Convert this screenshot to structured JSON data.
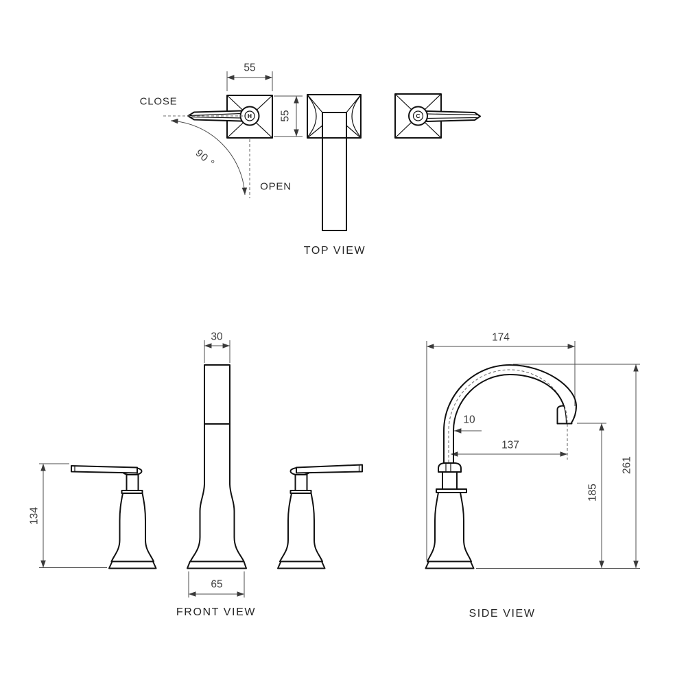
{
  "drawing": {
    "views": {
      "top": {
        "label": "TOP VIEW",
        "close_label": "CLOSE",
        "open_label": "OPEN",
        "rotation_angle": "90 °",
        "handle_width": "55",
        "handle_depth": "55",
        "hot_indicator": "H",
        "cold_indicator": "C"
      },
      "front": {
        "label": "FRONT VIEW",
        "spout_width": "30",
        "handle_height": "134",
        "base_width": "65"
      },
      "side": {
        "label": "SIDE VIEW",
        "overall_reach": "174",
        "pipe_offset": "10",
        "spout_reach": "137",
        "outlet_height": "185",
        "total_height": "261"
      }
    },
    "colors": {
      "outline": "#111111",
      "dimension_line": "#4d4d4d",
      "dashed_line": "#6e6e6e",
      "text": "#3d3d3d",
      "background": "#ffffff"
    }
  }
}
